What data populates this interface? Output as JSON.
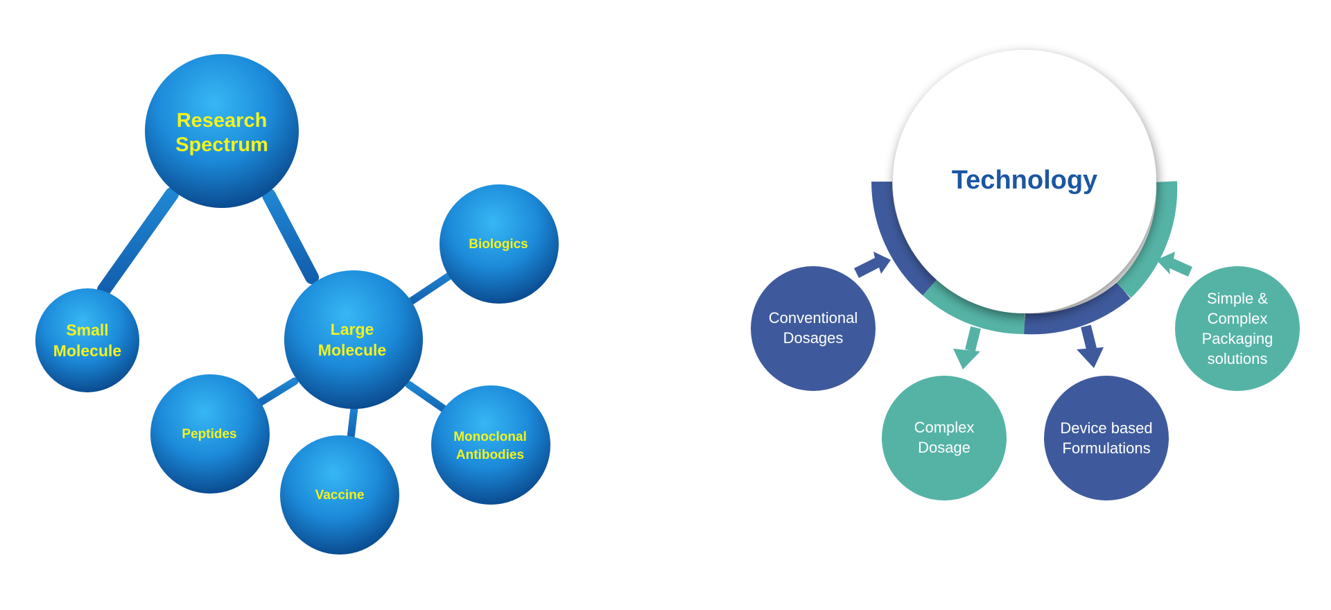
{
  "research": {
    "center": "Research Spectrum",
    "small_molecule": "Small Molecule",
    "large_molecule": "Large Molecule",
    "biologics": "Biologics",
    "peptides": "Peptides",
    "vaccine": "Vaccine",
    "monoclonal": "Monoclonal Antibodies"
  },
  "technology": {
    "title": "Technology",
    "conventional": "Conventional Dosages",
    "complex": "Complex Dosage",
    "device": "Device based Formulations",
    "packaging": "Simple & Complex Packaging solutions"
  },
  "colors": {
    "sphere": "#1a88d8",
    "sphere_dark": "#0c4f92",
    "label_yellow": "#f2f21f",
    "tech_title": "#1b56a3",
    "indigo": "#3f5a9c",
    "teal": "#55b3a6"
  }
}
